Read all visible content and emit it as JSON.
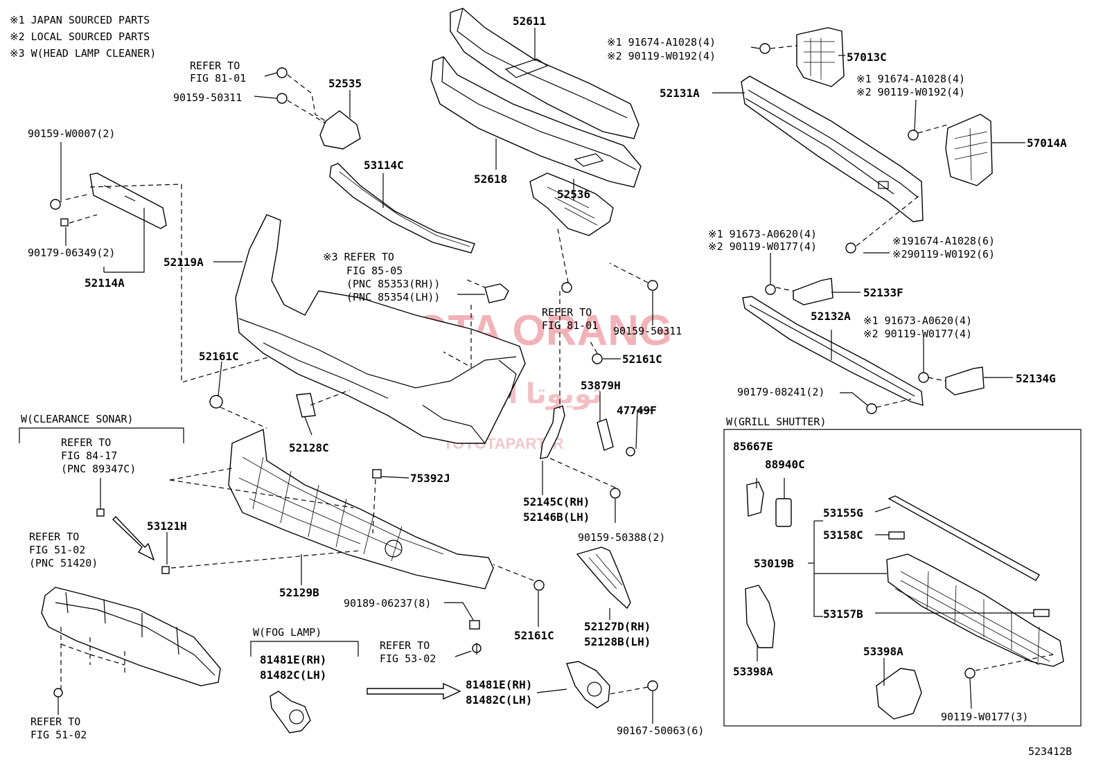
{
  "legend": [
    "※1  JAPAN SOURCED PARTS",
    "※2  LOCAL SOURCED PARTS",
    "※3 W(HEAD LAMP CLEANER)"
  ],
  "watermark": {
    "main": "TOYOTA ORANG",
    "farsi": "تویوتا اورنگ",
    "site": "TOYOTAPART.IR"
  },
  "figure_code": "523412B",
  "groups": {
    "clearance_sonar": "W(CLEARANCE SONAR)",
    "fog_lamp": "W(FOG LAMP)",
    "grill_shutter": "W(GRILL SHUTTER)"
  },
  "labels": {
    "p52611": "52611",
    "p52618": "52618",
    "p52535": "52535",
    "p53114C": "53114C",
    "p52536": "52536",
    "p57013C": "57013C",
    "p57014A": "57014A",
    "p52131A": "52131A",
    "p52119A": "52119A",
    "p52114A": "52114A",
    "p52161C_a": "52161C",
    "p52161C_b": "52161C",
    "p52161C_c": "52161C",
    "p52128C": "52128C",
    "p53879H": "53879H",
    "p47749F": "47749F",
    "p52133F": "52133F",
    "p52132A": "52132A",
    "p52134G": "52134G",
    "p75392J": "75392J",
    "p53121H": "53121H",
    "p52129B": "52129B",
    "p52145C": "52145C(RH)",
    "p52146B": "52146B(LH)",
    "p52127D": "52127D(RH)",
    "p52128B": "52128B(LH)",
    "p81481E_a": "81481E(RH)",
    "p81482C_a": "81482C(LH)",
    "p81481E_b": "81481E(RH)",
    "p81482C_b": "81482C(LH)",
    "p85667E": "85667E",
    "p88940C": "88940C",
    "p53155G": "53155G",
    "p53158C": "53158C",
    "p53019B": "53019B",
    "p53157B": "53157B",
    "p53398A_a": "53398A",
    "p53398A_b": "53398A"
  },
  "notes": {
    "refer_81_01_a1": "REFER TO",
    "refer_81_01_a2": "FIG 81-01",
    "b90159_50311_a": "90159-50311",
    "b90159_W0007": "90159-W0007(2)",
    "b90179_06349": "90179-06349(2)",
    "hl_1": "※3 REFER TO",
    "hl_2": "FIG 85-05",
    "hl_3": "(PNC 85353(RH))",
    "hl_4": "(PNC 85354(LH))",
    "refer_81_01_b1": "REFER TO",
    "refer_81_01_b2": "FIG 81-01",
    "b90159_50311_b": "90159-50311",
    "s1_a": "※1 91674-A1028(4)",
    "s2_a": "※2 90119-W0192(4)",
    "s1_b": "※1 91674-A1028(4)",
    "s2_b": "※2 90119-W0192(4)",
    "s1_c": "※1 91673-A0620(4)",
    "s2_c": "※2 90119-W0177(4)",
    "s1_d": "※191674-A1028(6)",
    "s2_d": "※290119-W0192(6)",
    "s1_e": "※1 91673-A0620(4)",
    "s2_e": "※2 90119-W0177(4)",
    "b90179_08241": "90179-08241(2)",
    "sonar_1": "REFER TO",
    "sonar_2": "FIG 84-17",
    "sonar_3": "(PNC 89347C)",
    "r51_1": "REFER TO",
    "r51_2": "FIG 51-02",
    "r51_3": "(PNC 51420)",
    "r51b_1": "REFER TO",
    "r51b_2": "FIG 51-02",
    "b90189": "90189-06237(8)",
    "r53_1": "REFER TO",
    "r53_2": "FIG 53-02",
    "b90159_50388": "90159-50388(2)",
    "b90167": "90167-50063(6)",
    "b90119_W0177": "90119-W0177(3)"
  }
}
